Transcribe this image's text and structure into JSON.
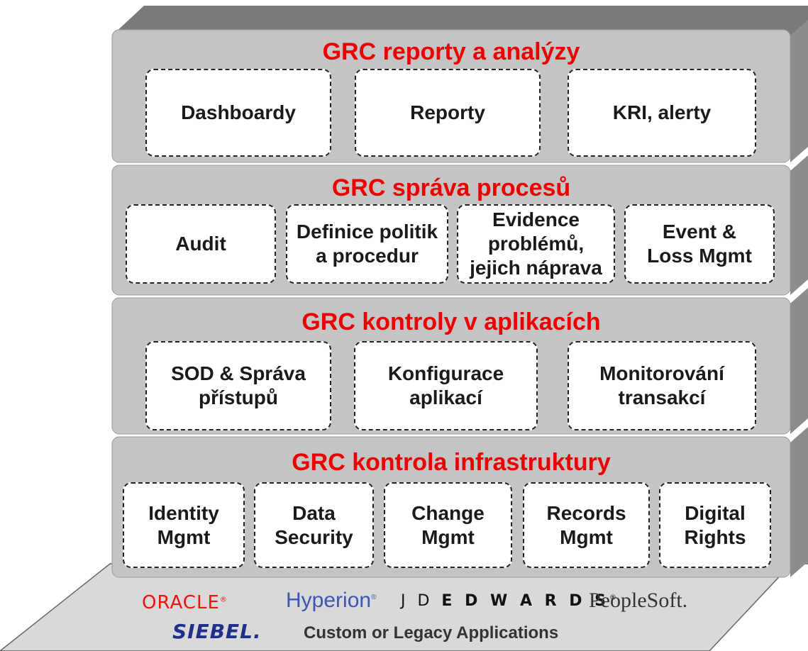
{
  "layers": [
    {
      "title": "GRC reporty a analýzy",
      "boxes": [
        "Dashboardy",
        "Reporty",
        "KRI, alerty"
      ]
    },
    {
      "title": "GRC správa procesů",
      "boxes": [
        "Audit",
        "Definice politik\na procedur",
        "Evidence\nproblémů,\njejich náprava",
        "Event &\nLoss Mgmt"
      ]
    },
    {
      "title": "GRC kontroly v aplikacích",
      "boxes": [
        "SOD & Správa\npřístupů",
        "Konfigurace\naplikací",
        "Monitorování\ntransakcí"
      ]
    },
    {
      "title": "GRC kontrola infrastruktury",
      "boxes": [
        "Identity\nMgmt",
        "Data\nSecurity",
        "Change\nMgmt",
        "Records\nMgmt",
        "Digital\nRights"
      ]
    }
  ],
  "platform": {
    "vendors": {
      "oracle": "ORACLE",
      "hyperion": "Hyperion",
      "jde_light": "J D ",
      "jde_bold": "E D W A R D S",
      "peoplesoft": "PeopleSoft.",
      "siebel": "SIEBEL."
    },
    "custom_apps": "Custom or Legacy Applications"
  },
  "colors": {
    "title_red": "#ee0000",
    "layer_front": "#c4c4c4",
    "layer_side": "#8c8c8c",
    "layer_top": "#7a7a7a",
    "platform": "#d9d9d9"
  }
}
